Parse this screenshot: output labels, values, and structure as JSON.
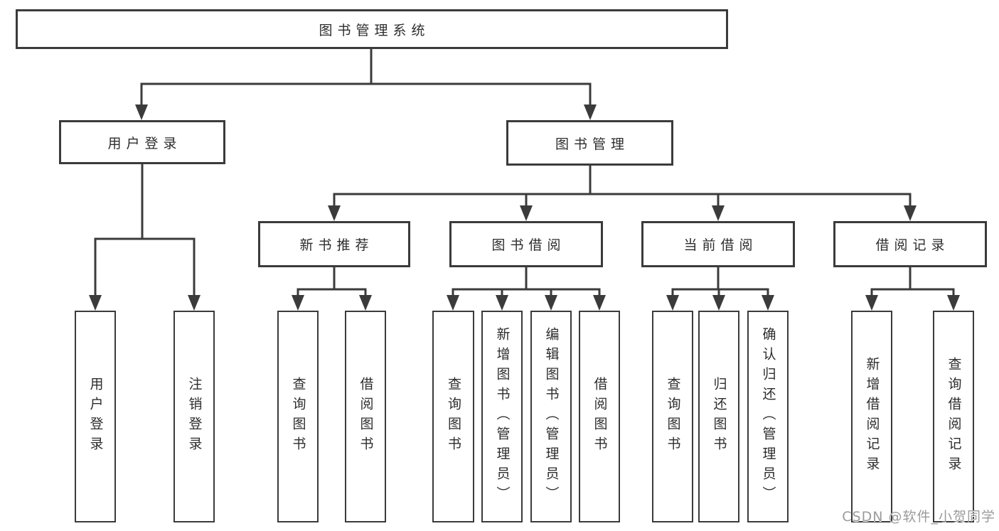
{
  "tree": {
    "root": {
      "label": "图书管理系统"
    },
    "level2": [
      {
        "id": "user-login",
        "label": "用户登录"
      },
      {
        "id": "book-management",
        "label": "图书管理"
      }
    ],
    "level3": [
      {
        "id": "new-book-recommend",
        "label": "新书推荐"
      },
      {
        "id": "book-borrow",
        "label": "图书借阅"
      },
      {
        "id": "current-borrow",
        "label": "当前借阅"
      },
      {
        "id": "borrow-record",
        "label": "借阅记录"
      }
    ],
    "leaves": [
      {
        "group": "用户登录",
        "label": "用户登录"
      },
      {
        "group": "用户登录",
        "label": "注销登录"
      },
      {
        "group": "新书推荐",
        "label": "查询图书"
      },
      {
        "group": "新书推荐",
        "label": "借阅图书"
      },
      {
        "group": "图书借阅",
        "label": "查询图书"
      },
      {
        "group": "图书借阅",
        "label": "新增图书（管理员）"
      },
      {
        "group": "图书借阅",
        "label": "编辑图书（管理员）"
      },
      {
        "group": "图书借阅",
        "label": "借阅图书"
      },
      {
        "group": "当前借阅",
        "label": "查询图书"
      },
      {
        "group": "当前借阅",
        "label": "归还图书"
      },
      {
        "group": "当前借阅",
        "label": "确认归还（管理员）"
      },
      {
        "group": "借阅记录",
        "label": "新增借阅记录"
      },
      {
        "group": "借阅记录",
        "label": "查询借阅记录"
      }
    ]
  },
  "watermark": {
    "text": "CSDN @软件_小贺同学"
  },
  "colors": {
    "line": "#3b3b3b",
    "text": "#2d2d2d",
    "background": "#ffffff",
    "watermark": "#9b9b9b"
  }
}
